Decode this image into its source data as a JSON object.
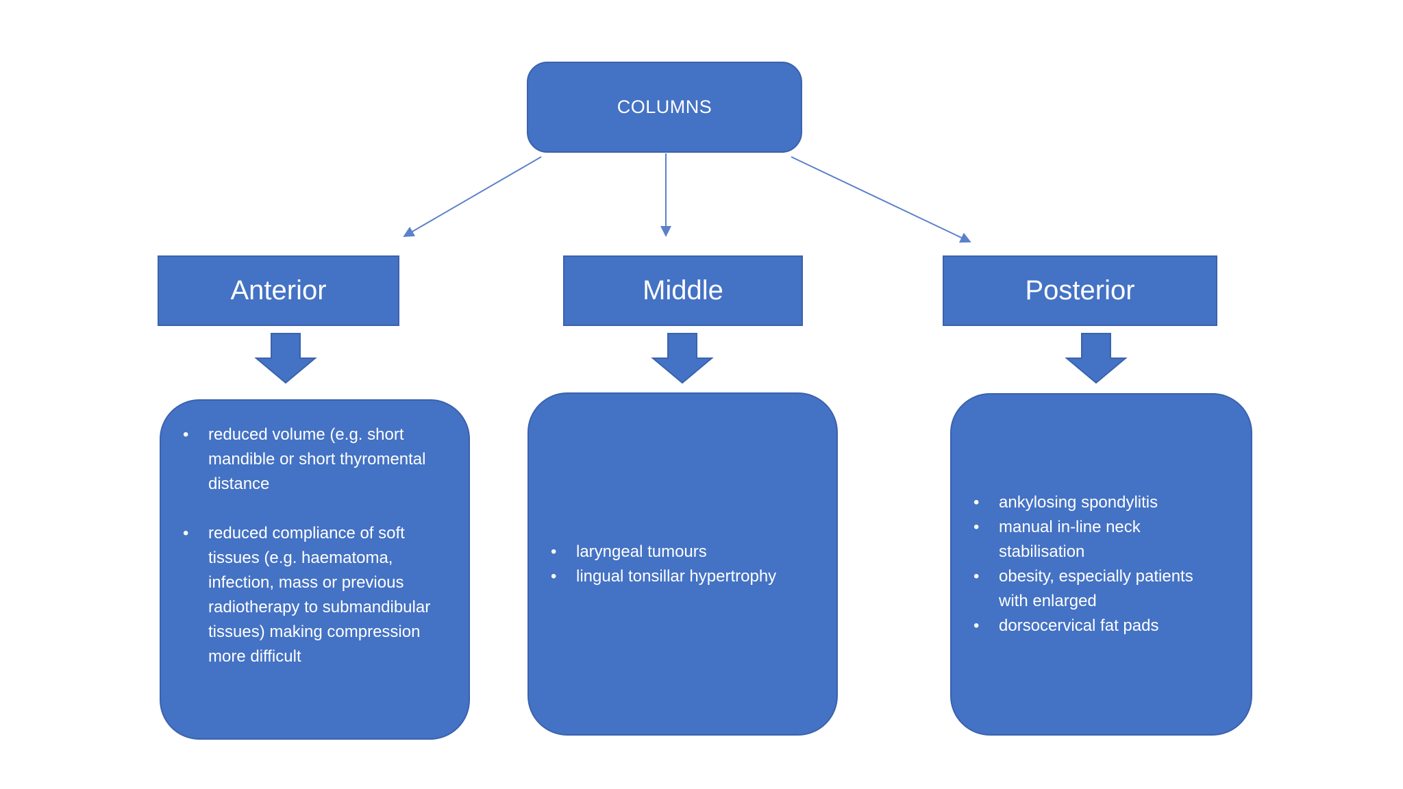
{
  "diagram": {
    "root": {
      "label": "COLUMNS"
    },
    "branches": [
      {
        "header": "Anterior",
        "bullets": [
          "reduced volume (e.g. short mandible or short thyromental distance",
          "reduced compliance of soft tissues (e.g. haematoma, infection, mass or previous radiotherapy to submandibular tissues) making compression more difficult"
        ]
      },
      {
        "header": "Middle",
        "bullets": [
          "laryngeal tumours",
          "lingual tonsillar hypertrophy"
        ]
      },
      {
        "header": "Posterior",
        "bullets": [
          "ankylosing spondylitis",
          "manual in-line neck stabilisation",
          "obesity, especially patients with enlarged",
          "dorsocervical fat pads"
        ]
      }
    ],
    "colors": {
      "shape_fill": "#4472C4",
      "shape_border": "#3B62AD",
      "connector": "#5B81C9",
      "text": "#FFFFFF",
      "background": "#FFFFFF"
    }
  }
}
